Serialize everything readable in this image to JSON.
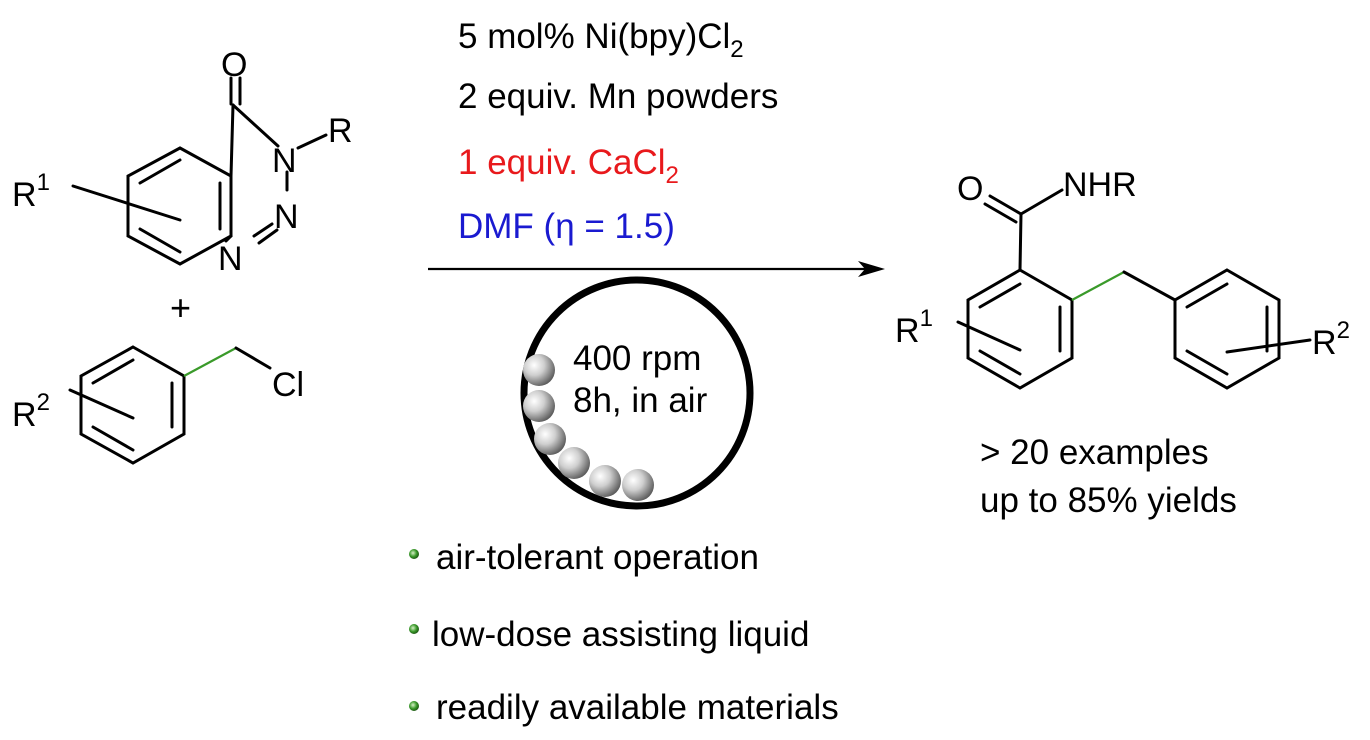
{
  "reactant1": {
    "label_R1": "R",
    "label_R1_sup": "1",
    "atom_O": "O",
    "atom_N3": "N",
    "atom_N2": "N",
    "atom_N1": "N",
    "label_R": "R"
  },
  "plus": "+",
  "reactant2": {
    "label_R2": "R",
    "label_R2_sup": "2",
    "atom_Cl": "Cl"
  },
  "conditions": {
    "catalyst": "5 mol% Ni(bpy)Cl",
    "catalyst_sub": "2",
    "reductant": "2 equiv. Mn powders",
    "additive": "1 equiv. CaCl",
    "additive_sub": "2",
    "solvent": "DMF (η = 1.5)",
    "additive_color": "#e8191c",
    "solvent_color": "#1a1ad0"
  },
  "mill": {
    "speed": "400 rpm",
    "time": "8h, in air"
  },
  "product": {
    "atom_O": "O",
    "label_NHR": "NHR",
    "label_R1": "R",
    "label_R1_sup": "1",
    "label_R2": "R",
    "label_R2_sup": "2"
  },
  "results": {
    "examples": "> 20 examples",
    "yields": "up to 85% yields"
  },
  "features": [
    "air-tolerant operation",
    "low-dose assisting liquid",
    "readily available materials"
  ],
  "colors": {
    "bond_highlight": "#3a9a2a",
    "bullet": "#3a9a2a"
  }
}
